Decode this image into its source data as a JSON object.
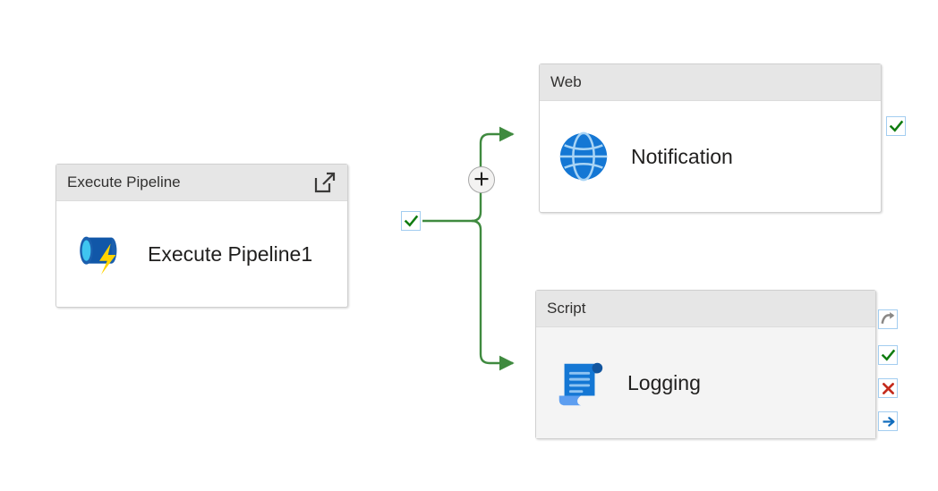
{
  "canvas": {
    "background": "#ffffff",
    "connector_color": "#3f8a3f",
    "plus_button": {
      "name": "add-activity-button",
      "glyph": "+"
    }
  },
  "nodes": [
    {
      "id": "execute-pipeline",
      "header_title": "Execute Pipeline",
      "label": "Execute Pipeline1",
      "icon": "execute-pipeline-icon",
      "header_action": "open-pipeline-icon",
      "body_tint": false
    },
    {
      "id": "web",
      "header_title": "Web",
      "label": "Notification",
      "icon": "globe-icon",
      "header_action": null,
      "body_tint": false
    },
    {
      "id": "script",
      "header_title": "Script",
      "label": "Logging",
      "icon": "scroll-icon",
      "header_action": null,
      "body_tint": true
    }
  ],
  "badges": {
    "execute_pipeline_success": {
      "name": "dependency-badge-success",
      "kind": "success",
      "color": "#107c10"
    },
    "web_success": {
      "name": "dependency-badge-success",
      "kind": "success",
      "color": "#107c10"
    },
    "script_skipped": {
      "name": "dependency-badge-skipped",
      "kind": "skipped",
      "color": "#8a8886"
    },
    "script_success": {
      "name": "dependency-badge-success",
      "kind": "success",
      "color": "#107c10"
    },
    "script_failure": {
      "name": "dependency-badge-failure",
      "kind": "failure",
      "color": "#c42b1c"
    },
    "script_completion": {
      "name": "dependency-badge-completion",
      "kind": "completion",
      "color": "#0f6cbd"
    }
  },
  "connections": [
    {
      "from": "execute-pipeline",
      "to": "web",
      "condition": "success"
    },
    {
      "from": "execute-pipeline",
      "to": "script",
      "condition": "success"
    }
  ]
}
